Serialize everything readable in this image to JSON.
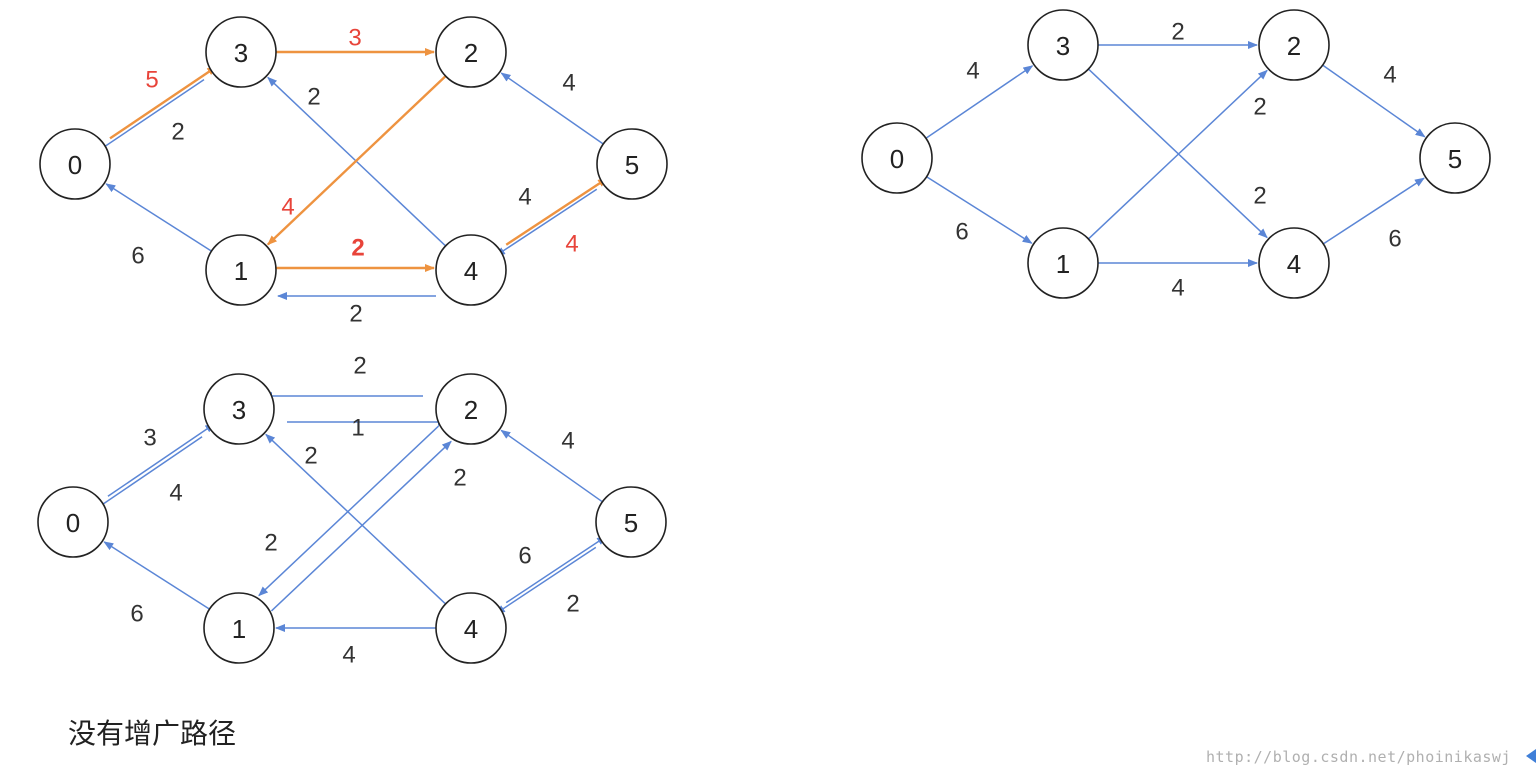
{
  "colors": {
    "edge_blue": "#5b86d6",
    "edge_orange": "#ee9340",
    "label_red": "#e8443a",
    "label_dark": "#333333",
    "node_stroke": "#222222"
  },
  "graphs": [
    {
      "id": "residual-augmenting",
      "nodes": [
        {
          "id": "0",
          "label": "0"
        },
        {
          "id": "3",
          "label": "3"
        },
        {
          "id": "2",
          "label": "2"
        },
        {
          "id": "5",
          "label": "5"
        },
        {
          "id": "1",
          "label": "1"
        },
        {
          "id": "4",
          "label": "4"
        }
      ],
      "edges": [
        {
          "from": "0",
          "to": "3",
          "label": "5",
          "color": "orange",
          "label_color": "red"
        },
        {
          "from": "3",
          "to": "0",
          "label": "2",
          "color": "blue",
          "label_color": "dark"
        },
        {
          "from": "3",
          "to": "2",
          "label": "3",
          "color": "orange",
          "label_color": "red"
        },
        {
          "from": "4",
          "to": "3",
          "label": "2",
          "color": "blue",
          "label_color": "dark"
        },
        {
          "from": "2",
          "to": "1",
          "label": "4",
          "color": "orange",
          "label_color": "red"
        },
        {
          "from": "5",
          "to": "2",
          "label": "4",
          "color": "blue",
          "label_color": "dark"
        },
        {
          "from": "1",
          "to": "0",
          "label": "6",
          "color": "blue",
          "label_color": "dark"
        },
        {
          "from": "1",
          "to": "4",
          "label": "2",
          "color": "orange",
          "label_color": "red",
          "bold": true
        },
        {
          "from": "4",
          "to": "1",
          "label": "2",
          "color": "blue",
          "label_color": "dark"
        },
        {
          "from": "5",
          "to": "4",
          "label": "4",
          "color": "blue",
          "label_color": "dark"
        },
        {
          "from": "4",
          "to": "5",
          "label": "4",
          "color": "orange",
          "label_color": "red"
        }
      ]
    },
    {
      "id": "original-network",
      "nodes": [
        {
          "id": "0",
          "label": "0"
        },
        {
          "id": "3",
          "label": "3"
        },
        {
          "id": "2",
          "label": "2"
        },
        {
          "id": "5",
          "label": "5"
        },
        {
          "id": "1",
          "label": "1"
        },
        {
          "id": "4",
          "label": "4"
        }
      ],
      "edges": [
        {
          "from": "0",
          "to": "3",
          "label": "4",
          "color": "blue",
          "label_color": "dark"
        },
        {
          "from": "0",
          "to": "1",
          "label": "6",
          "color": "blue",
          "label_color": "dark"
        },
        {
          "from": "3",
          "to": "2",
          "label": "2",
          "color": "blue",
          "label_color": "dark"
        },
        {
          "from": "3",
          "to": "4",
          "label": "2",
          "color": "blue",
          "label_color": "dark"
        },
        {
          "from": "1",
          "to": "2",
          "label": "2",
          "color": "blue",
          "label_color": "dark"
        },
        {
          "from": "1",
          "to": "4",
          "label": "4",
          "color": "blue",
          "label_color": "dark"
        },
        {
          "from": "2",
          "to": "5",
          "label": "4",
          "color": "blue",
          "label_color": "dark"
        },
        {
          "from": "4",
          "to": "5",
          "label": "6",
          "color": "blue",
          "label_color": "dark"
        }
      ]
    },
    {
      "id": "residual-final",
      "nodes": [
        {
          "id": "0",
          "label": "0"
        },
        {
          "id": "3",
          "label": "3"
        },
        {
          "id": "2",
          "label": "2"
        },
        {
          "id": "5",
          "label": "5"
        },
        {
          "id": "1",
          "label": "1"
        },
        {
          "id": "4",
          "label": "4"
        }
      ],
      "edges": [
        {
          "from": "0",
          "to": "3",
          "label": "3",
          "color": "blue",
          "label_color": "dark"
        },
        {
          "from": "3",
          "to": "0",
          "label": "4",
          "color": "blue",
          "label_color": "dark"
        },
        {
          "from": "2",
          "to": "3",
          "label": "2",
          "color": "blue",
          "label_color": "dark"
        },
        {
          "from": "3",
          "to": "2",
          "label": "1",
          "color": "blue",
          "label_color": "dark"
        },
        {
          "from": "4",
          "to": "3",
          "label": "2",
          "color": "blue",
          "label_color": "dark"
        },
        {
          "from": "2",
          "to": "1",
          "label": "2",
          "color": "blue",
          "label_color": "dark"
        },
        {
          "from": "1",
          "to": "2",
          "label": "2",
          "color": "blue",
          "label_color": "dark"
        },
        {
          "from": "5",
          "to": "2",
          "label": "4",
          "color": "blue",
          "label_color": "dark"
        },
        {
          "from": "1",
          "to": "0",
          "label": "6",
          "color": "blue",
          "label_color": "dark"
        },
        {
          "from": "4",
          "to": "1",
          "label": "4",
          "color": "blue",
          "label_color": "dark"
        },
        {
          "from": "5",
          "to": "4",
          "label": "6",
          "color": "blue",
          "label_color": "dark"
        },
        {
          "from": "4",
          "to": "5",
          "label": "2",
          "color": "blue",
          "label_color": "dark"
        }
      ]
    }
  ],
  "caption": "没有增广路径",
  "watermark": "http://blog.csdn.net/phoinikaswj"
}
